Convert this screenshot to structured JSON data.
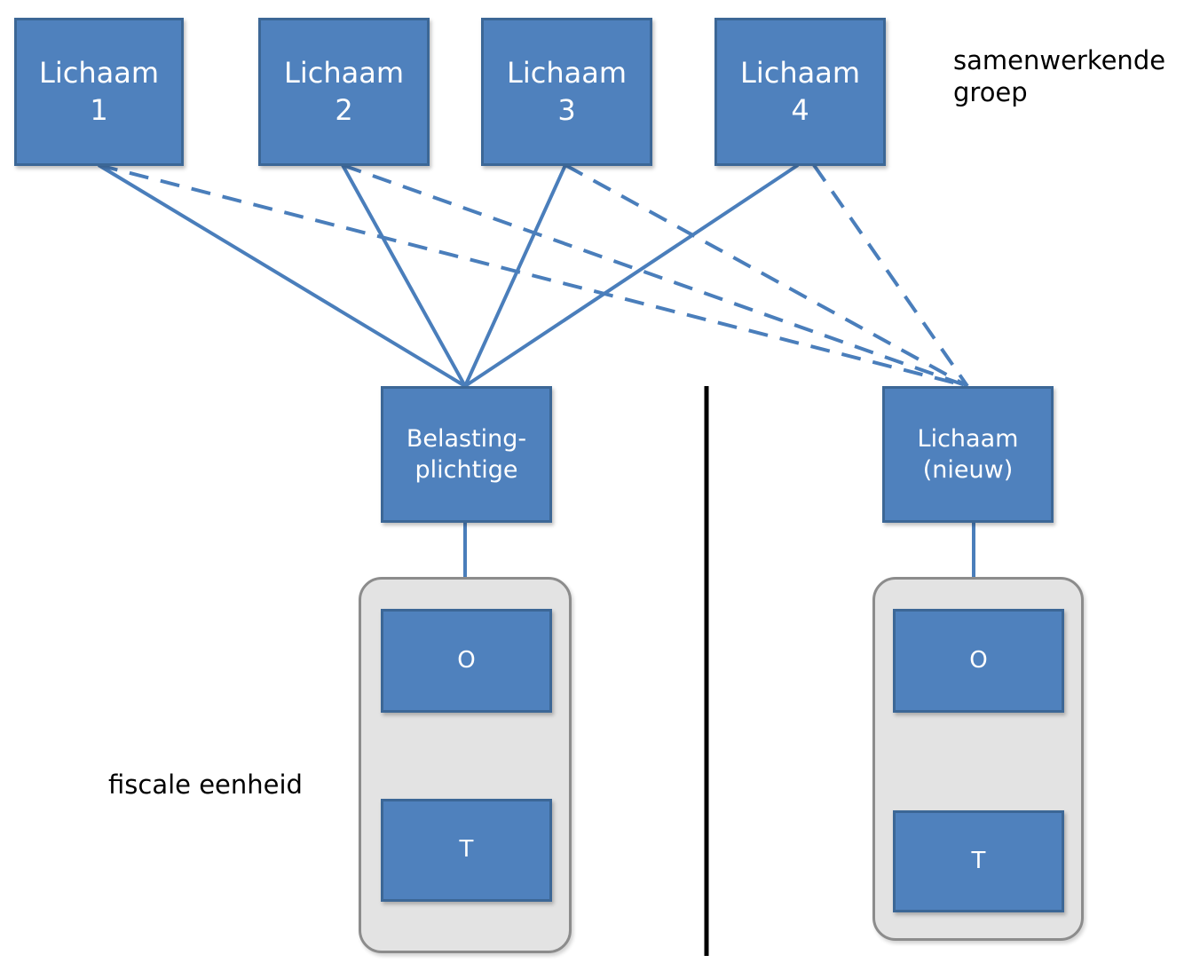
{
  "top_nodes": [
    {
      "line1": "Lichaam",
      "line2": "1"
    },
    {
      "line1": "Lichaam",
      "line2": "2"
    },
    {
      "line1": "Lichaam",
      "line2": "3"
    },
    {
      "line1": "Lichaam",
      "line2": "4"
    }
  ],
  "group_label": {
    "line1": "samenwerkende",
    "line2": "groep"
  },
  "left_node": {
    "line1": "Belasting-",
    "line2": "plichtige"
  },
  "right_node": {
    "line1": "Lichaam",
    "line2": "(nieuw)"
  },
  "left_unit": {
    "o_label": "O",
    "t_label": "T"
  },
  "right_unit": {
    "o_label": "O",
    "t_label": "T"
  },
  "fiscal_unit_label": "fiscale eenheid",
  "colors": {
    "node_fill": "#4f81bd",
    "node_border": "#3c6796",
    "connector": "#4a7ebb",
    "group_fill": "#e3e3e3",
    "divider": "#000000"
  }
}
